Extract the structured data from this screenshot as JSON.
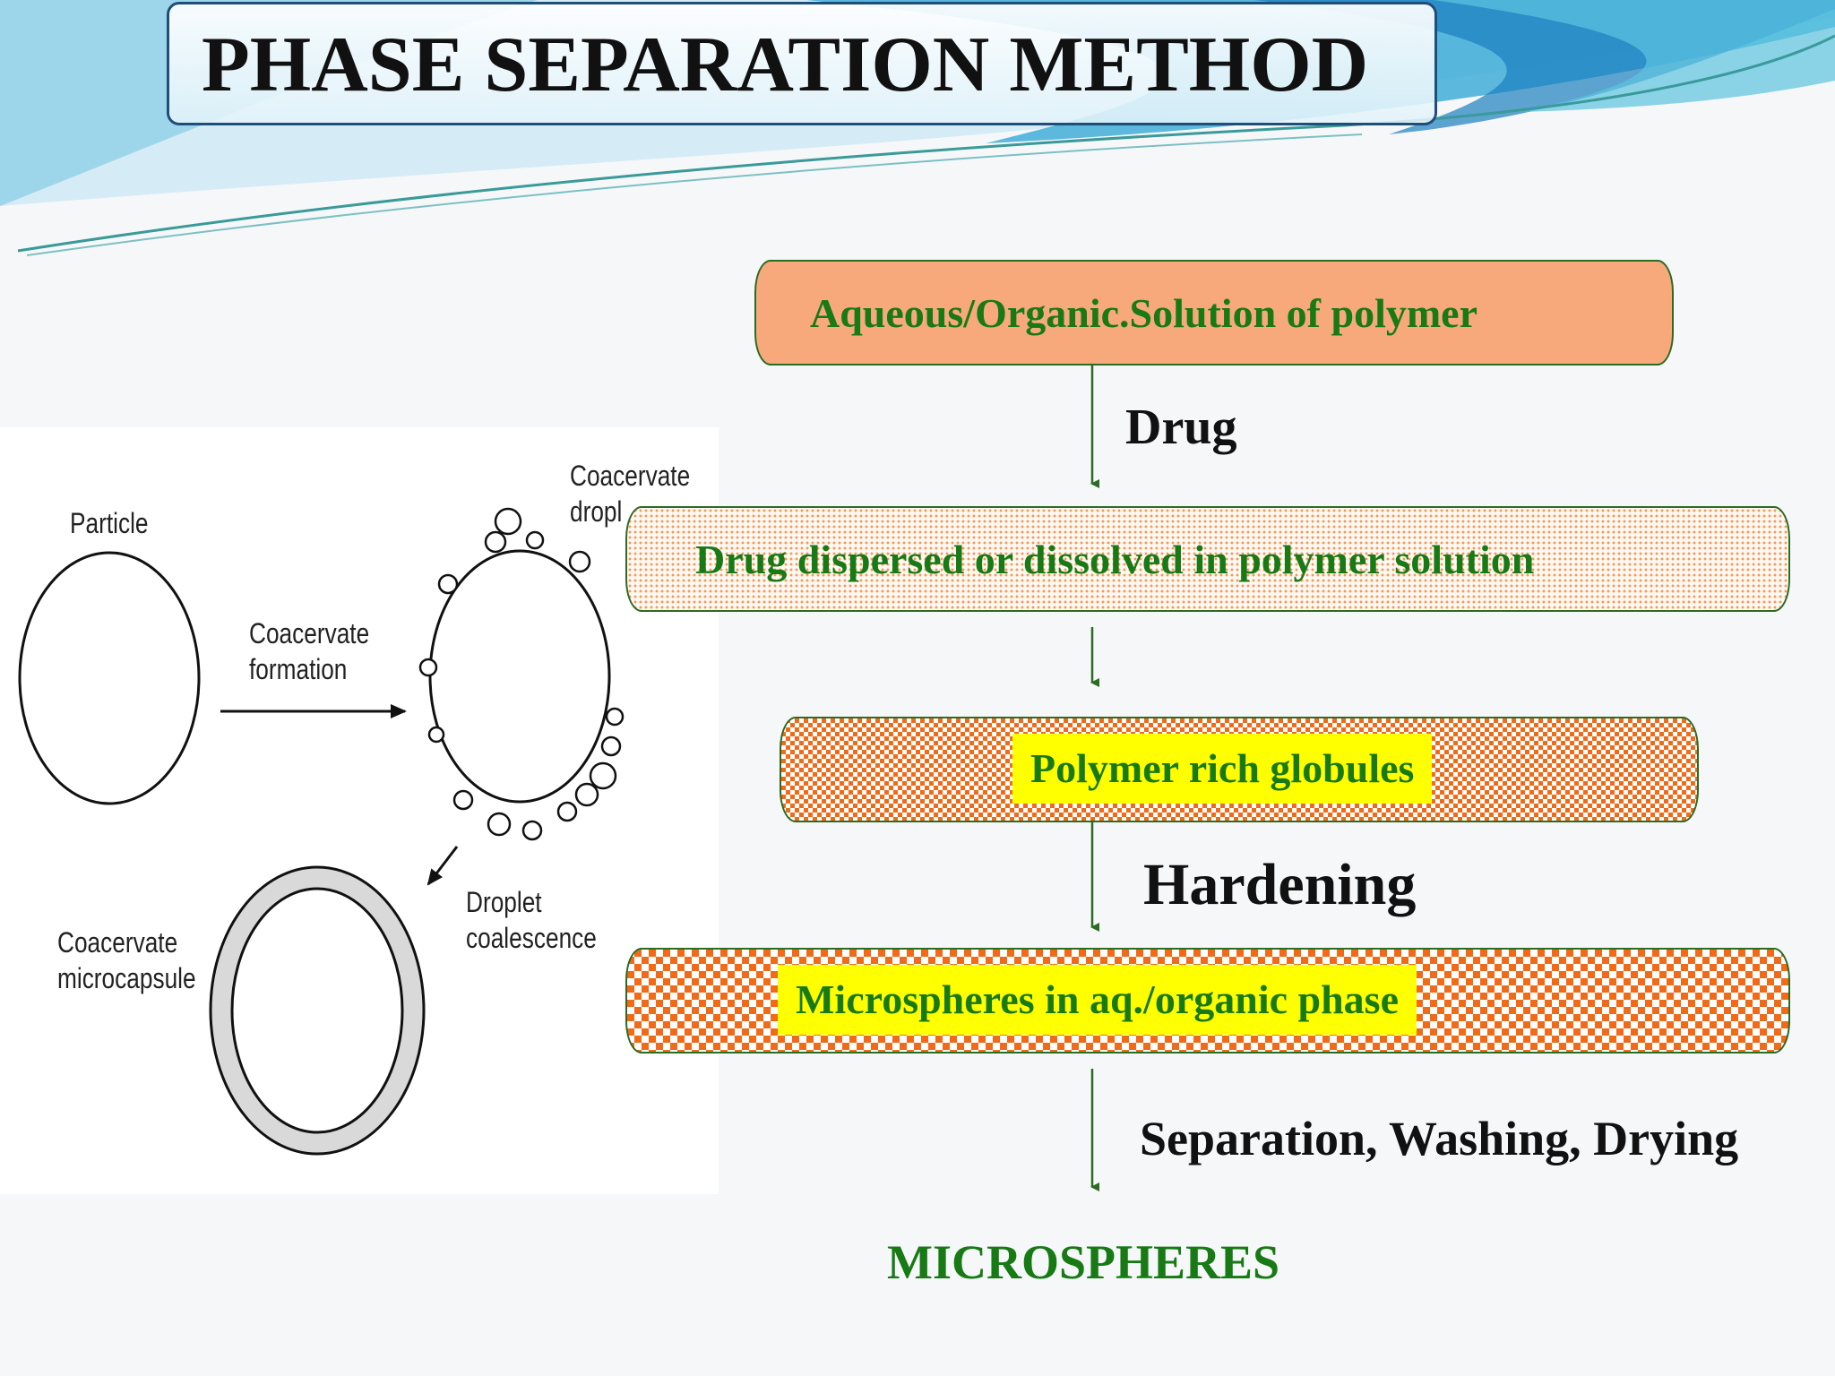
{
  "title": "PHASE SEPARATION METHOD",
  "flow": {
    "step1": "Aqueous/Organic.Solution of polymer",
    "add_drug": "Drug",
    "step2": "Drug dispersed or dissolved in polymer solution",
    "step3": "Polymer rich globules",
    "hardening": "Hardening",
    "step4": "Microspheres in aq./organic phase",
    "separation": "Separation, Washing, Drying",
    "final": "MICROSPHERES"
  },
  "illustration": {
    "particle": "Particle",
    "coacervate_formation": "Coacervate\nformation",
    "coacervate_droplets": "Coacervate\ndropl",
    "droplet_coalescence": "Droplet\ncoalescence",
    "coacervate_microcapsule": "Coacervate\nmicrocapsule"
  },
  "colors": {
    "box_green_text": "#177a15",
    "arrow_green": "#2d6b22",
    "orange_fill": "#f7a97c",
    "orange_pattern": "#f06a18",
    "yellow_highlight": "#ffff00",
    "title_border": "#1f4e79"
  }
}
